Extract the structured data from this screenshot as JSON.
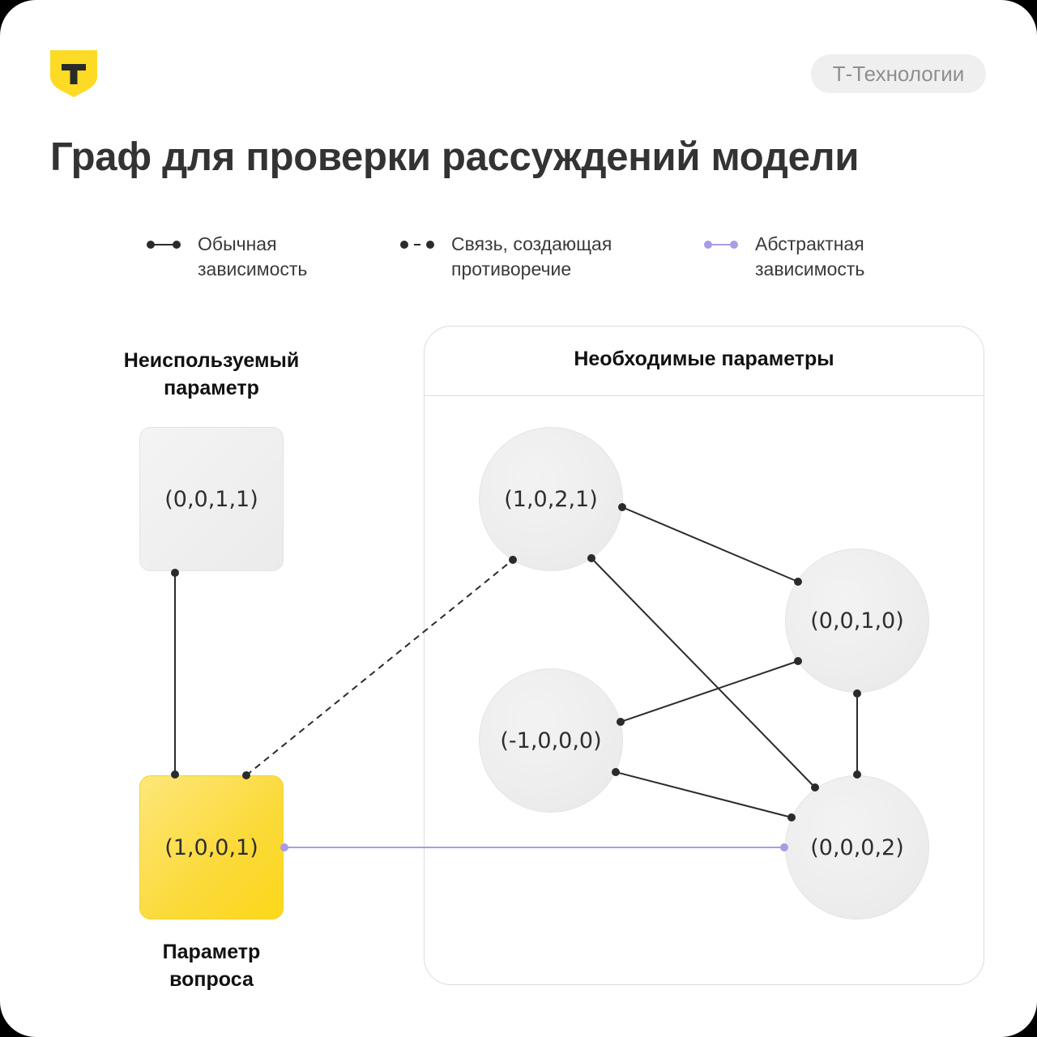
{
  "brand": {
    "logo_letter": "T",
    "logo_color": "#FDDA24",
    "pill_label": "Т-Технологии"
  },
  "title": "Граф для проверки рассуждений модели",
  "legend": [
    {
      "type": "solid",
      "line1": "Обычная",
      "line2": "зависимость",
      "color": "#333333"
    },
    {
      "type": "dashed",
      "line1": "Связь, создающая",
      "line2": "противоречие",
      "color": "#333333"
    },
    {
      "type": "abstract",
      "line1": "Абстрактная",
      "line2": "зависимость",
      "color": "#A99BE6"
    }
  ],
  "labels": {
    "unused_param": {
      "line1": "Неиспользуемый",
      "line2": "параметр"
    },
    "question_param": {
      "line1": "Параметр",
      "line2": "вопроса"
    },
    "required_params": "Необходимые параметры"
  },
  "nodes": {
    "unused": {
      "label": "(0,0,1,1)",
      "shape": "square",
      "fill": "#EEEEEE"
    },
    "question": {
      "label": "(1,0,0,1)",
      "shape": "square",
      "fill": "#FDDA24"
    },
    "n1021": {
      "label": "(1,0,2,1)",
      "shape": "circle"
    },
    "n0010": {
      "label": "(0,0,1,0)",
      "shape": "circle"
    },
    "nm1000": {
      "label": "(-1,0,0,0)",
      "shape": "circle"
    },
    "n0002": {
      "label": "(0,0,0,2)",
      "shape": "circle"
    }
  },
  "edges": [
    {
      "from": "(0,0,1,1)",
      "to": "(1,0,0,1)",
      "type": "solid"
    },
    {
      "from": "(1,0,0,1)",
      "to": "(1,0,2,1)",
      "type": "dashed"
    },
    {
      "from": "(1,0,0,1)",
      "to": "(0,0,0,2)",
      "type": "abstract"
    },
    {
      "from": "(1,0,2,1)",
      "to": "(0,0,1,0)",
      "type": "solid"
    },
    {
      "from": "(1,0,2,1)",
      "to": "(0,0,0,2)",
      "type": "solid"
    },
    {
      "from": "(-1,0,0,0)",
      "to": "(0,0,1,0)",
      "type": "solid"
    },
    {
      "from": "(-1,0,0,0)",
      "to": "(0,0,0,2)",
      "type": "solid"
    },
    {
      "from": "(0,0,1,0)",
      "to": "(0,0,0,2)",
      "type": "solid"
    }
  ],
  "colors": {
    "edge": "#2B2B2B",
    "abstract_edge": "#A99BE6",
    "panel_border": "#DCDCDC"
  }
}
